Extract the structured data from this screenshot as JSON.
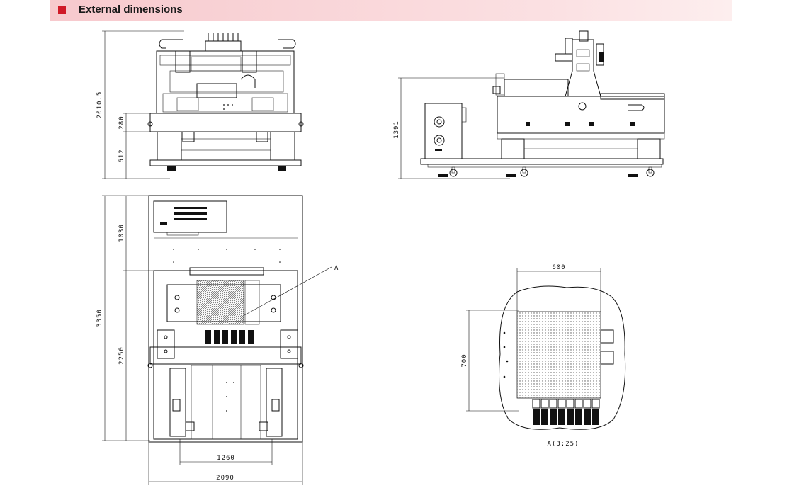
{
  "header": {
    "title": "External dimensions"
  },
  "drawings": {
    "front_view": {
      "height_total": "2010.5",
      "height_mid": "280",
      "height_base": "612"
    },
    "side_view": {
      "height": "1391"
    },
    "top_view": {
      "depth_front": "1030",
      "depth_total": "3350",
      "depth_rear": "2250",
      "width_inner": "1260",
      "width_total": "2090"
    },
    "detail": {
      "callout": "A",
      "width": "600",
      "height": "700",
      "caption": "A(3:25)"
    }
  }
}
